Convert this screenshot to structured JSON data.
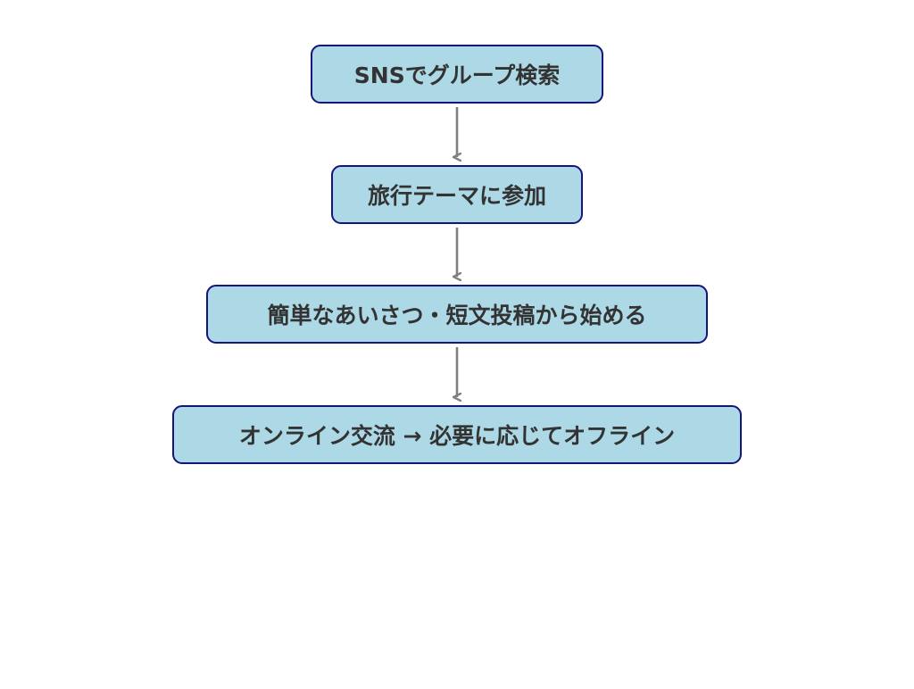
{
  "diagram": {
    "type": "flowchart",
    "direction": "top-to-bottom",
    "colors": {
      "node_fill": "#add8e6",
      "node_border": "#14147a",
      "node_text": "#333333",
      "arrow": "#808080"
    },
    "nodes": [
      {
        "id": "n1",
        "label": "SNSでグループ検索"
      },
      {
        "id": "n2",
        "label": "旅行テーマに参加"
      },
      {
        "id": "n3",
        "label": "簡単なあいさつ・短文投稿から始める"
      },
      {
        "id": "n4",
        "label": "オンライン交流 → 必要に応じてオフライン"
      }
    ],
    "edges": [
      {
        "from": "n1",
        "to": "n2"
      },
      {
        "from": "n2",
        "to": "n3"
      },
      {
        "from": "n3",
        "to": "n4"
      }
    ]
  }
}
